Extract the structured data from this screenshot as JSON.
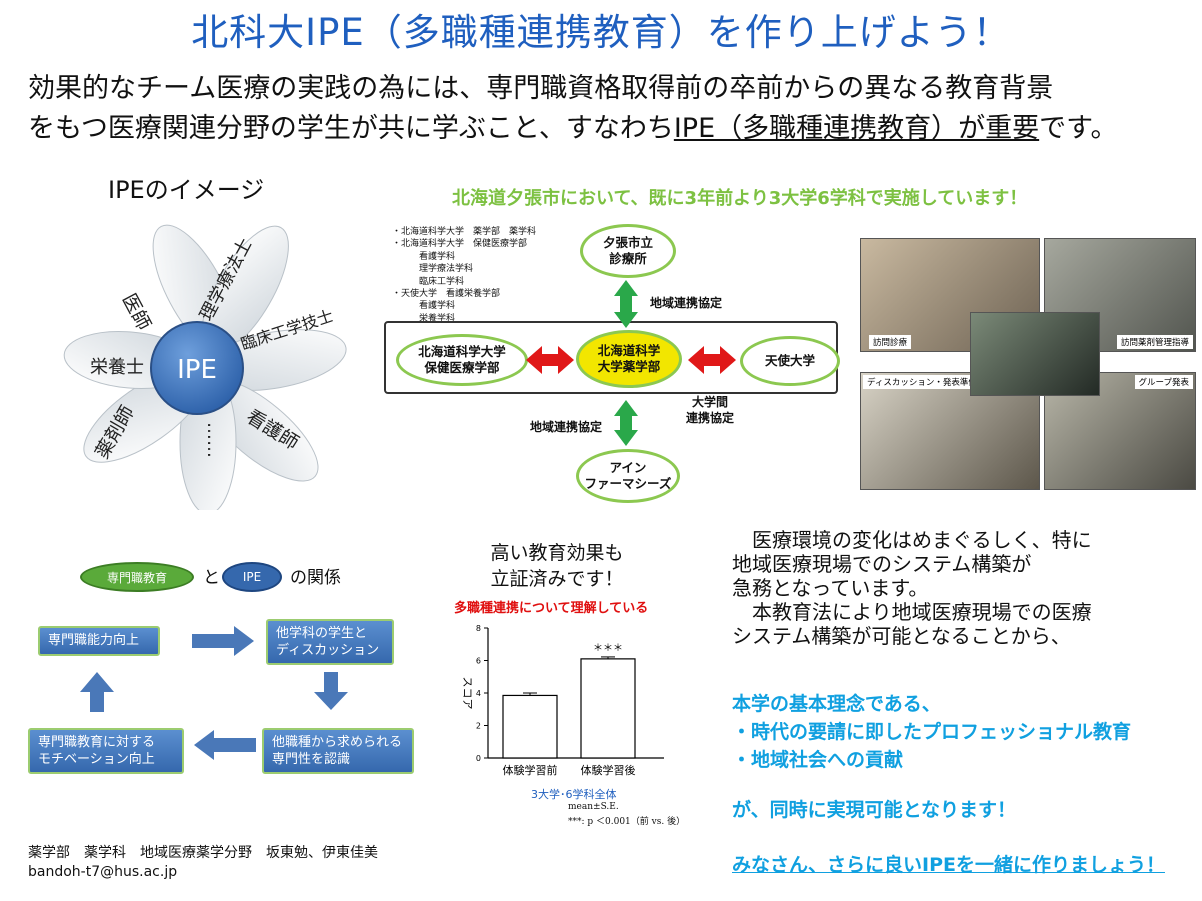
{
  "title": "北科大IPE（多職種連携教育）を作り上げよう！",
  "intro": {
    "line1": "効果的なチーム医療の実践の為には、専門職資格取得前の卒前からの異なる教育背景",
    "line2_pre": "をもつ医療関連分野の学生が共に学ぶこと、すなわち",
    "line2_underlined": "IPE（多職種連携教育）が重要",
    "line2_post": "です。"
  },
  "ipe_image": {
    "title": "IPEのイメージ",
    "center": "IPE",
    "petals": [
      "医師",
      "理学療法士",
      "臨床工学技士",
      "看護師",
      "……",
      "薬剤師",
      "栄養士"
    ]
  },
  "network": {
    "headline": "北海道夕張市において、既に3年前より3大学6学科で実施しています！",
    "participants": "・北海道科学大学　薬学部　薬学科\n・北海道科学大学　保健医療学部\n　　　看護学科\n　　　理学療法学科\n　　　臨床工学科\n・天使大学　看護栄養学部\n　　　看護学科\n　　　栄養学科",
    "clinic": "夕張市立\n診療所",
    "health_faculty": "北海道科学大学\n保健医療学部",
    "pharmacy_faculty": "北海道科学\n大学薬学部",
    "tenshi": "天使大学",
    "ain": "アイン\nファーマシーズ",
    "agreement_top": "地域連携協定",
    "agreement_bottom": "地域連携協定",
    "inter_university": "大学間\n連携協定"
  },
  "photos": {
    "captions": [
      "訪問診療",
      "訪問薬剤管理指導",
      "ディスカッション・発表準備",
      "グループ発表"
    ]
  },
  "relation": {
    "pill_left": "専門職教育",
    "and": "と",
    "pill_right": "IPE",
    "suffix": "の関係",
    "box1": "専門職能力向上",
    "box2": "他学科の学生と\nディスカッション",
    "box3": "他職種から求められる\n専門性を認識",
    "box4": "専門職教育に対する\nモチベーション向上"
  },
  "chart_section": {
    "headline": "高い教育効果も\n立証済みです！",
    "subtitle": "多職種連携について理解している",
    "group_label": "3大学･6学科全体",
    "note1": "mean±S.E.",
    "note2": "***: p ＜0.001（前 vs. 後）",
    "significance": "＊＊＊"
  },
  "chart_data": {
    "type": "bar",
    "categories": [
      "体験学習前",
      "体験学習後"
    ],
    "values": [
      3.85,
      6.1
    ],
    "errors": [
      0.15,
      0.12
    ],
    "ylabel": "スコア",
    "ylim": [
      0,
      8
    ],
    "yticks": [
      "0",
      "2",
      "4",
      "6",
      "8"
    ],
    "grid": false
  },
  "right_text": {
    "p1": [
      "　医療環境の変化はめまぐるしく、特に",
      "地域医療現場でのシステム構築が",
      "急務となっています。",
      "　本教育法により地域医療現場での医療",
      "システム構築が可能となることから、"
    ],
    "p2": [
      "本学の基本理念である、",
      "・時代の要請に即したプロフェッショナル教育",
      "・地域社会への貢献"
    ],
    "p3": "が、同時に実現可能となります！",
    "p4": "みなさん、さらに良いIPEを一緒に作りましょう！"
  },
  "footer": {
    "author": "薬学部　薬学科　地域医療薬学分野　坂東勉、伊東佳美",
    "email": "bandoh-t7@hus.ac.jp"
  },
  "colors": {
    "title_blue": "#1f5fbf",
    "green": "#7dc142",
    "cyan": "#10a0e0",
    "red": "#e01010"
  }
}
